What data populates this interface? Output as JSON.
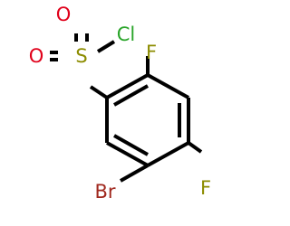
{
  "molecule": {
    "atoms": [
      {
        "id": "O1",
        "label": "O",
        "color": "#e0001a"
      },
      {
        "id": "O2",
        "label": "O",
        "color": "#e0001a"
      },
      {
        "id": "S",
        "label": "S",
        "color": "#8c8c00"
      },
      {
        "id": "Cl",
        "label": "Cl",
        "color": "#2aa52a"
      },
      {
        "id": "F1",
        "label": "F",
        "color": "#8c8c00"
      },
      {
        "id": "F2",
        "label": "F",
        "color": "#8c8c00"
      },
      {
        "id": "Br",
        "label": "Br",
        "color": "#a0281e"
      }
    ],
    "colors": {
      "bond": "#000000",
      "oxygen": "#e0001a",
      "sulfur": "#8c8c00",
      "chlorine": "#2aa52a",
      "fluorine": "#8c8c00",
      "bromine": "#a0281e"
    }
  }
}
